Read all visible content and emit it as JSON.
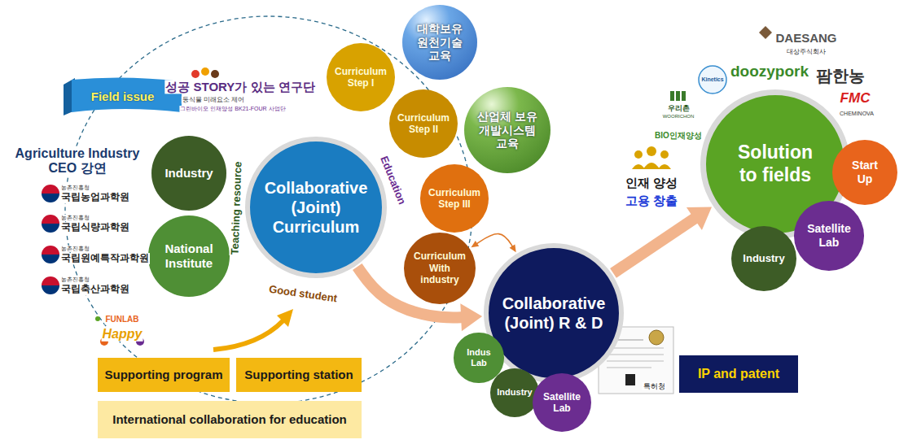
{
  "diagram": {
    "nodes": [
      {
        "text": [
          "Field issue"
        ]
      },
      {
        "text": [
          "Industry"
        ]
      },
      {
        "text": [
          "National Institute"
        ]
      },
      {
        "text": [
          "Collaborative (Joint) Curriculum"
        ]
      },
      {
        "text": [
          "Curriculum Step I"
        ]
      },
      {
        "text": [
          "대학보유 원천기술 교육"
        ]
      },
      {
        "text": [
          "Curriculum Step II"
        ]
      },
      {
        "text": [
          "산업체 보유 개발시스템 교육"
        ]
      },
      {
        "text": [
          "Curriculum Step III"
        ]
      },
      {
        "text": [
          "Curriculum With industry"
        ]
      },
      {
        "text": [
          "Collaborative (Joint) R & D"
        ]
      },
      {
        "text": [
          "Indus Lab"
        ]
      },
      {
        "text": [
          "Industry"
        ]
      },
      {
        "text": [
          "Satellite Lab"
        ]
      },
      {
        "text": [
          "Supporting program"
        ]
      },
      {
        "text": [
          "Supporting station"
        ]
      },
      {
        "text": [
          "International collaboration for education"
        ]
      },
      {
        "text": [
          "IP and patent"
        ]
      },
      {
        "text": [
          "Solution to fields"
        ]
      },
      {
        "text": [
          "Start Up"
        ]
      },
      {
        "text": [
          "Satellite Lab"
        ]
      },
      {
        "text": [
          "Industry"
        ]
      }
    ],
    "edges": [
      {
        "from": 3,
        "to": 10,
        "arrow": "to"
      },
      {
        "from": 10,
        "to": 18,
        "arrow": "to"
      },
      {
        "from": 9,
        "to": 10,
        "arrow": "both"
      }
    ],
    "labels": [
      "성공 STORY가 있는 연구단",
      "동식물 미래요소 제어",
      "그린바이오 인재양성 BK21-FOUR 사업단",
      "Agriculture Industry CEO 강연",
      "농촌진흥청",
      "국립농업과학원",
      "농촌진흥청",
      "국립식량과학원",
      "농촌진흥청",
      "국립원예특작과학원",
      "농촌진흥청",
      "국립축산과학원",
      "Teaching resource",
      "Education",
      "Good student",
      "FUNLAB",
      "Happy",
      "특허청",
      "DAESANG",
      "대상주식회사",
      "doozypork",
      "팜한농",
      "Kinetics",
      "FMC",
      "CHEMINOVA",
      "우리촌",
      "WOORICHON",
      "BIO인재양성",
      "인재 양성",
      "고용 창출"
    ]
  }
}
